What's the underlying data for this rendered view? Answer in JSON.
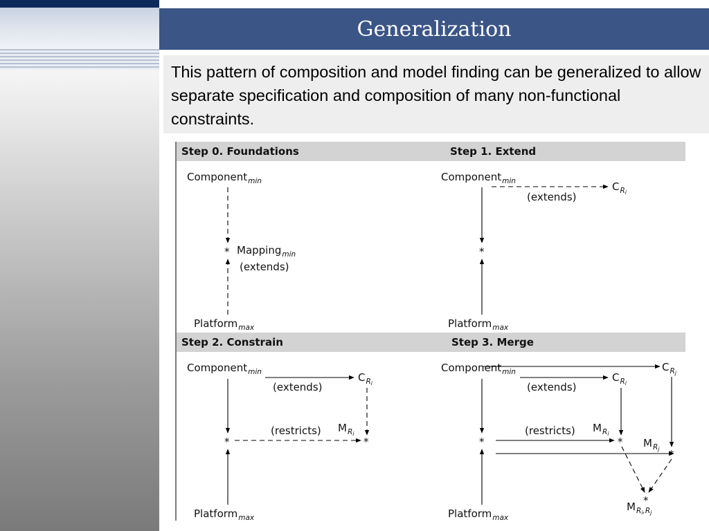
{
  "slide": {
    "title": "Generalization",
    "body": "This pattern of composition and model finding can be generalized to allow separate specification and composition of many non-functional constraints."
  },
  "colors": {
    "title_bar": "#3b5586",
    "top_bar": "#0d2a5c",
    "text_box": "#eeeeee",
    "step_header": "#d3d3d3"
  },
  "diagram": {
    "steps": [
      {
        "header": "Step 0.  Foundations",
        "component": {
          "base": "Component",
          "sub": "min"
        },
        "platform": {
          "base": "Platform",
          "sub": "max"
        },
        "mapping": {
          "base": "Mapping",
          "sub": "min"
        },
        "extends": "(extends)",
        "star": "*"
      },
      {
        "header": "Step 1.  Extend",
        "component": {
          "base": "Component",
          "sub": "min"
        },
        "platform": {
          "base": "Platform",
          "sub": "max"
        },
        "cri": {
          "base": "C",
          "sub": "R",
          "subsub": "i"
        },
        "extends": "(extends)",
        "star": "*"
      },
      {
        "header": "Step 2.  Constrain",
        "component": {
          "base": "Component",
          "sub": "min"
        },
        "platform": {
          "base": "Platform",
          "sub": "max"
        },
        "cri": {
          "base": "C",
          "sub": "R",
          "subsub": "i"
        },
        "mri": {
          "base": "M",
          "sub": "R",
          "subsub": "i"
        },
        "extends": "(extends)",
        "restricts": "(restricts)",
        "star1": "*",
        "star2": "*"
      },
      {
        "header": "Step 3.  Merge",
        "component": {
          "base": "Component",
          "sub": "min"
        },
        "platform": {
          "base": "Platform",
          "sub": "max"
        },
        "crj": {
          "base": "C",
          "sub": "R",
          "subsub": "j"
        },
        "cri": {
          "base": "C",
          "sub": "R",
          "subsub": "i"
        },
        "mri": {
          "base": "M",
          "sub": "R",
          "subsub": "i"
        },
        "mrj": {
          "base": "M",
          "sub": "R",
          "subsub": "j"
        },
        "mrirj": {
          "base": "M",
          "sub1": "R",
          "subsub1": "i",
          "sep": ",",
          "sub2": "R",
          "subsub2": "j"
        },
        "extends": "(extends)",
        "restricts": "(restricts)",
        "star1": "*",
        "star2": "*",
        "star3": "*",
        "star4": "*"
      }
    ]
  }
}
